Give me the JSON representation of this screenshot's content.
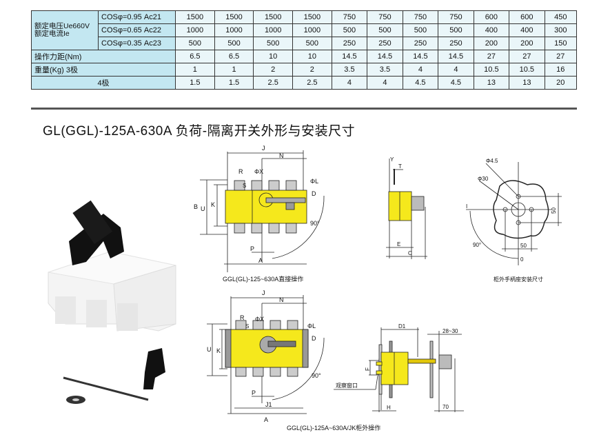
{
  "table": {
    "rated_label_1": "额定电压Ue660V",
    "rated_label_2": "额定电流Ie",
    "rows": [
      {
        "label": "COSφ=0.95  Ac21",
        "values": [
          "1500",
          "1500",
          "1500",
          "1500",
          "750",
          "750",
          "750",
          "750",
          "600",
          "600",
          "450"
        ]
      },
      {
        "label": "COSφ=0.65  Ac22",
        "values": [
          "1000",
          "1000",
          "1000",
          "1000",
          "500",
          "500",
          "500",
          "500",
          "400",
          "400",
          "300"
        ]
      },
      {
        "label": "COSφ=0.35  Ac23",
        "values": [
          "500",
          "500",
          "500",
          "500",
          "250",
          "250",
          "250",
          "250",
          "200",
          "200",
          "150"
        ]
      },
      {
        "label": "操作力距(Nm)",
        "values": [
          "6.5",
          "6.5",
          "10",
          "10",
          "14.5",
          "14.5",
          "14.5",
          "14.5",
          "27",
          "27",
          "27"
        ]
      },
      {
        "label": "重量(Kg)   3极",
        "values": [
          "1",
          "1",
          "2",
          "2",
          "3.5",
          "3.5",
          "4",
          "4",
          "10.5",
          "10.5",
          "16"
        ]
      },
      {
        "label": "4极",
        "values": [
          "1.5",
          "1.5",
          "2.5",
          "2.5",
          "4",
          "4",
          "4.5",
          "4.5",
          "13",
          "13",
          "20"
        ]
      }
    ]
  },
  "title": "GL(GGL)-125A-630A 负荷-隔离开关外形与安装尺寸",
  "drawing1": {
    "caption": "GGL(GL)-125~630A直接操作",
    "J": "J",
    "N": "N",
    "R": "R",
    "X": "ΦX",
    "S": "S",
    "L": "ΦL",
    "D": "D",
    "B": "B",
    "U": "U",
    "K": "K",
    "P": "P",
    "A": "A",
    "angle": "90°"
  },
  "drawing2": {
    "caption": "GGL(GL)-125A~630A/JK柜外操作",
    "J": "J",
    "N": "N",
    "R": "R",
    "X": "ΦX",
    "S": "S",
    "L": "ΦL",
    "D": "D",
    "U": "U",
    "K": "K",
    "P": "P",
    "J1": "J1",
    "A": "A",
    "angle": "90°"
  },
  "side_view": {
    "Y": "Y",
    "T": "T",
    "E": "E",
    "C": "C"
  },
  "flange": {
    "caption": "柜外手柄座安装尺寸",
    "hole": "Φ4.5",
    "bore": "Φ30",
    "dim_v": "50",
    "dim_h": "50",
    "angle": "90°",
    "zero": "0",
    "one": "I"
  },
  "external": {
    "D1": "D1",
    "gap": "28~30",
    "F": "F",
    "window": "观察窗口",
    "H": "H",
    "len": "70"
  },
  "colors": {
    "yellow": "#f5e81c",
    "cell": "#eaf6f9",
    "label_cell": "#c3e7f1"
  }
}
